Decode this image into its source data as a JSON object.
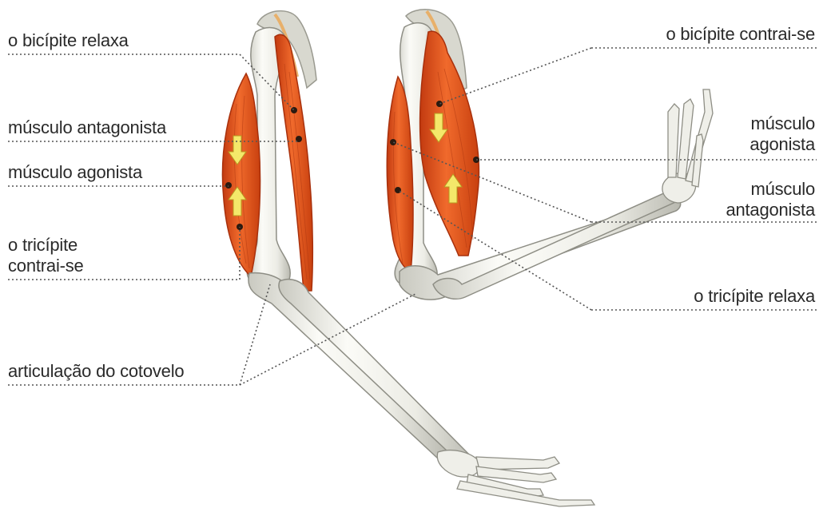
{
  "labels": {
    "biceps_relaxes": "o bicípite relaxa",
    "antagonist_left": "músculo antagonista",
    "agonist_left": "músculo agonista",
    "triceps_contracts_l1": "o tricípite",
    "triceps_contracts_l2": "contrai-se",
    "elbow_joint": "articulação do cotovelo",
    "biceps_contracts": "o bicípite contrai-se",
    "agonist_right_l1": "músculo",
    "agonist_right_l2": "agonista",
    "antagonist_right_l1": "músculo",
    "antagonist_right_l2": "antagonista",
    "triceps_relaxes": "o tricípite relaxa"
  },
  "colors": {
    "muscle": "#e2541e",
    "muscle_dark": "#c23a10",
    "bone": "#f1f1ec",
    "bone_shadow": "#c9c9c0",
    "arrow": "#f4e86a",
    "leader_line": "#555555",
    "text": "#2a2a2a"
  }
}
